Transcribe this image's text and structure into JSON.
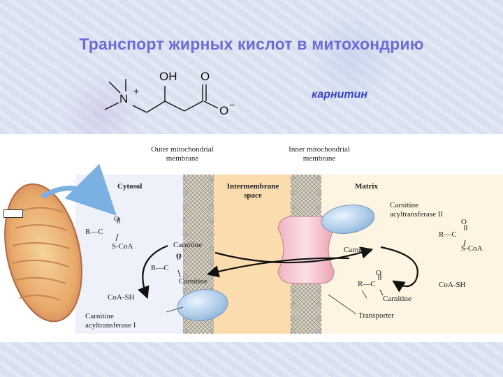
{
  "slide": {
    "title": "Транспорт жирных кислот в митохондрию",
    "carnitine_label": "карнитин"
  },
  "molecule": {
    "oh": "OH",
    "o_top": "O",
    "n_plus": "N",
    "plus": "+",
    "o_minus": "O",
    "minus": "−"
  },
  "diagram": {
    "outer_membrane": [
      "Outer mitochondrial",
      "membrane"
    ],
    "inner_membrane": [
      "Inner mitochondrial",
      "membrane"
    ],
    "cytosol": "Cytosol",
    "intermembrane": [
      "Intermembrane",
      "space"
    ],
    "matrix": "Matrix",
    "cat2": [
      "Carnitine",
      "acyltransferase II"
    ],
    "cat1": [
      "Carnitine",
      "acyltransferase I"
    ],
    "carnitine_a": "Carnitine",
    "carnitine_b": "Carnitine",
    "carnitine_c": "Carnitine",
    "carnitine_d": "Carnitine",
    "coash_left": "CoA-SH",
    "coash_right": "CoA-SH",
    "transporter": "Transporter",
    "r_c": "R—C",
    "o": "O",
    "s_coa": "S-CoA"
  }
}
